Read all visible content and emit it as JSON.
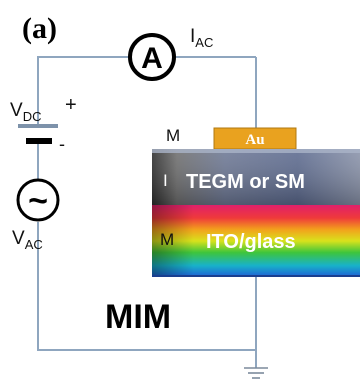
{
  "panel_label": "(a)",
  "ammeter_symbol": "A",
  "ac_current": {
    "main": "I",
    "sub": "AC"
  },
  "dc_source": {
    "main": "V",
    "sub": "DC",
    "plus": "+",
    "minus": "-"
  },
  "ac_source": {
    "main": "V",
    "sub": "AC",
    "symbol": "~"
  },
  "layers": {
    "top_electrode": "Au",
    "top_letter": "M",
    "insulator_letter": "I",
    "insulator_label": "TEGM or SM",
    "bottom_letter": "M",
    "substrate_label": "ITO/glass"
  },
  "structure_label": "MIM",
  "colors": {
    "wire": "#8fa6bf",
    "gold": "#e9a21f",
    "insulator_fill": "#5d6a85",
    "text_white": "#ffffff"
  }
}
